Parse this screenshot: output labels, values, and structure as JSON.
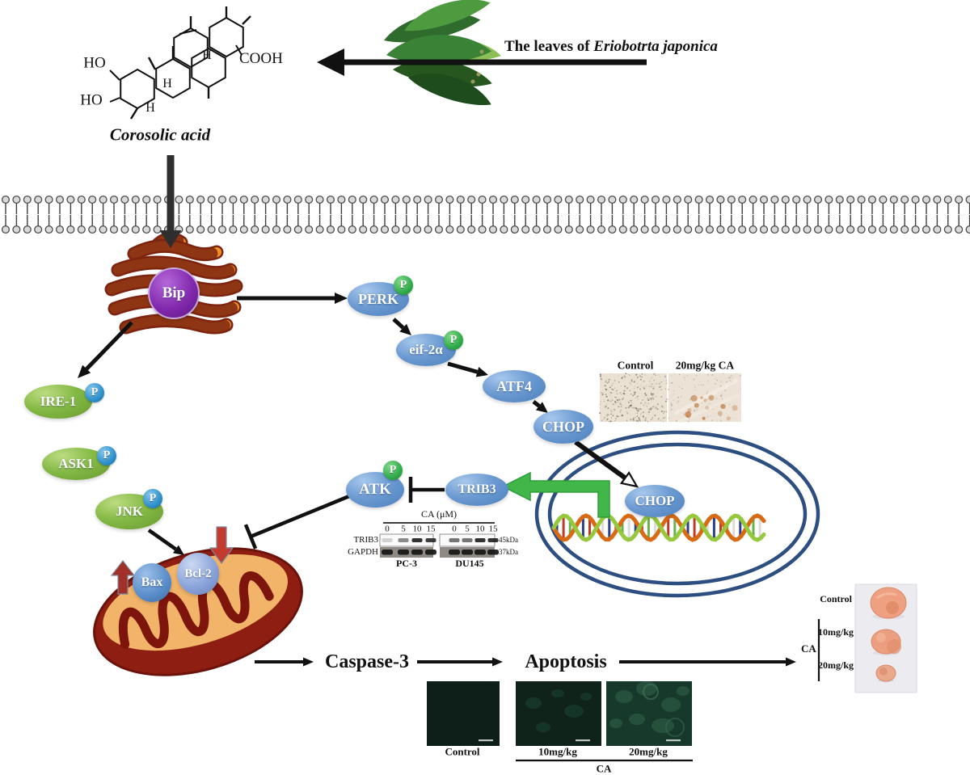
{
  "figure": {
    "compound": {
      "name": "Corosolic acid",
      "labels": {
        "ho_top": "HO",
        "ho_bottom": "HO",
        "cooh": "COOH",
        "h_ring_b": "H",
        "h_ring_a": "H",
        "h_ring_d": "H"
      }
    },
    "source_caption": {
      "prefix": "The leaves of ",
      "species": "Eriobotrta japonica"
    }
  },
  "pathway": {
    "p_badge": "P",
    "nodes": {
      "bip": "Bip",
      "perk": "PERK",
      "eif2a": "eif-2α",
      "atf4": "ATF4",
      "chop": "CHOP",
      "chop_nuclear": "CHOP",
      "trib3": "TRIB3",
      "atk": "ATK",
      "ire1": "IRE-1",
      "ask1": "ASK1",
      "jnk": "JNK",
      "bax": "Bax",
      "bcl2": "Bcl-2"
    },
    "outcomes": {
      "caspase": "Caspase-3",
      "apoptosis": "Apoptosis"
    }
  },
  "ihc_panel": {
    "control_label": "Control",
    "treated_label": "20mg/kg CA"
  },
  "western_blot": {
    "treatment_title": "CA (μM)",
    "lanes": [
      "0",
      "5",
      "10",
      "15"
    ],
    "rows": [
      {
        "protein": "TRIB3",
        "size": "45kDa"
      },
      {
        "protein": "GAPDH",
        "size": "37kDa"
      }
    ],
    "cell_lines": [
      "PC-3",
      "DU145"
    ]
  },
  "fluorescence_panel": {
    "labels": [
      "Control",
      "10mg/kg",
      "20mg/kg"
    ],
    "group_label": "CA"
  },
  "tumor_panel": {
    "labels": [
      "Control",
      "10mg/kg",
      "20mg/kg"
    ],
    "group_label": "CA"
  },
  "colors": {
    "node_blue": "#5e90c9",
    "node_green": "#7ab33e",
    "p_badge_green": "#2ba646",
    "p_badge_blue": "#2a8cc8",
    "bip_purple": "#7b27a8",
    "er_orange": "#f09326",
    "mito_red": "#8e1e12",
    "nucleus_blue": "#2d4e80",
    "green_arrow": "#41b649",
    "dna_orange": "#d96a14",
    "dna_green": "#96c83e"
  }
}
